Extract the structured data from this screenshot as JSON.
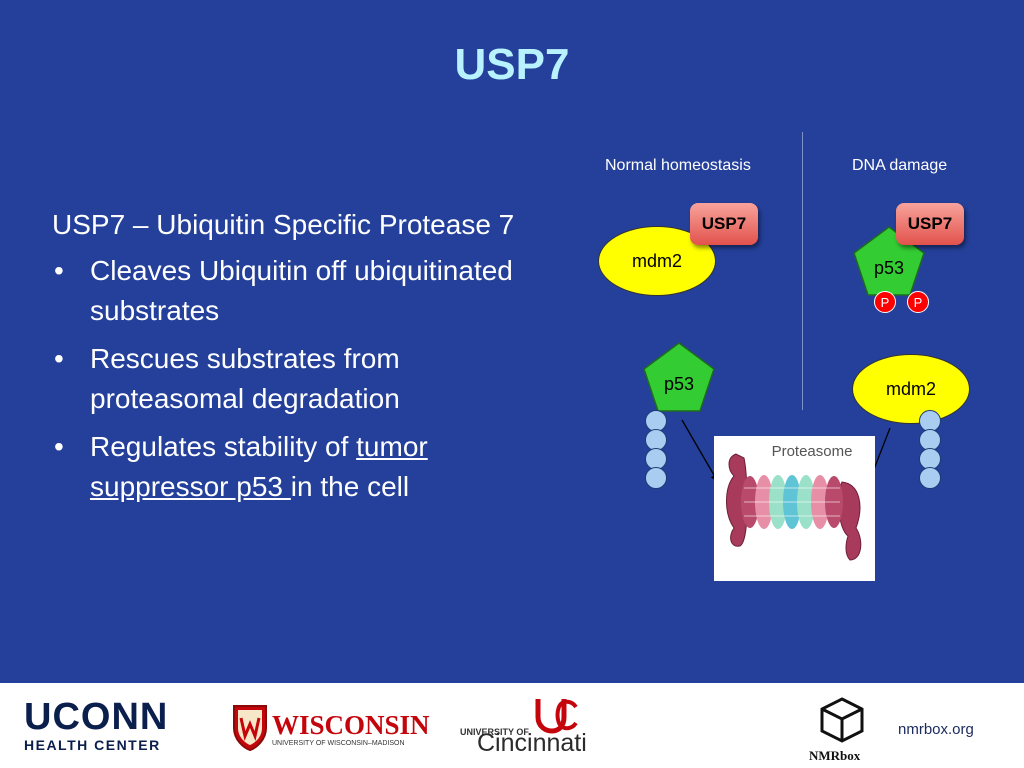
{
  "title": "USP7",
  "left": {
    "lead": "USP7 – Ubiquitin Specific Protease 7",
    "bullet_char": "•",
    "bullets": [
      "Cleaves Ubiquitin off ubiquitinated substrates",
      "Rescues substrates from proteasomal degradation"
    ],
    "bullet3": {
      "prefix": "Regulates stability of ",
      "link1": "tumor",
      "link2": "suppressor p53 ",
      "suffix": "in the cell"
    }
  },
  "diagram": {
    "normal_label": "Normal homeostasis",
    "damage_label": "DNA damage",
    "usp7_label": "USP7",
    "mdm2_label": "mdm2",
    "p53_label": "p53",
    "phospho_label": "P",
    "proteasome_label": "Proteasome"
  },
  "footer": {
    "uconn_line1": "UCONN",
    "uconn_line2": "HEALTH CENTER",
    "wisconsin": "WISCONSIN",
    "wisconsin_sub": "UNIVERSITY OF WISCONSIN–MADISON",
    "cinci_small": "UNIVERSITY OF",
    "cinci_big": "Cincinnati",
    "nmrbox": "NMRbox",
    "url": "nmrbox.org"
  }
}
